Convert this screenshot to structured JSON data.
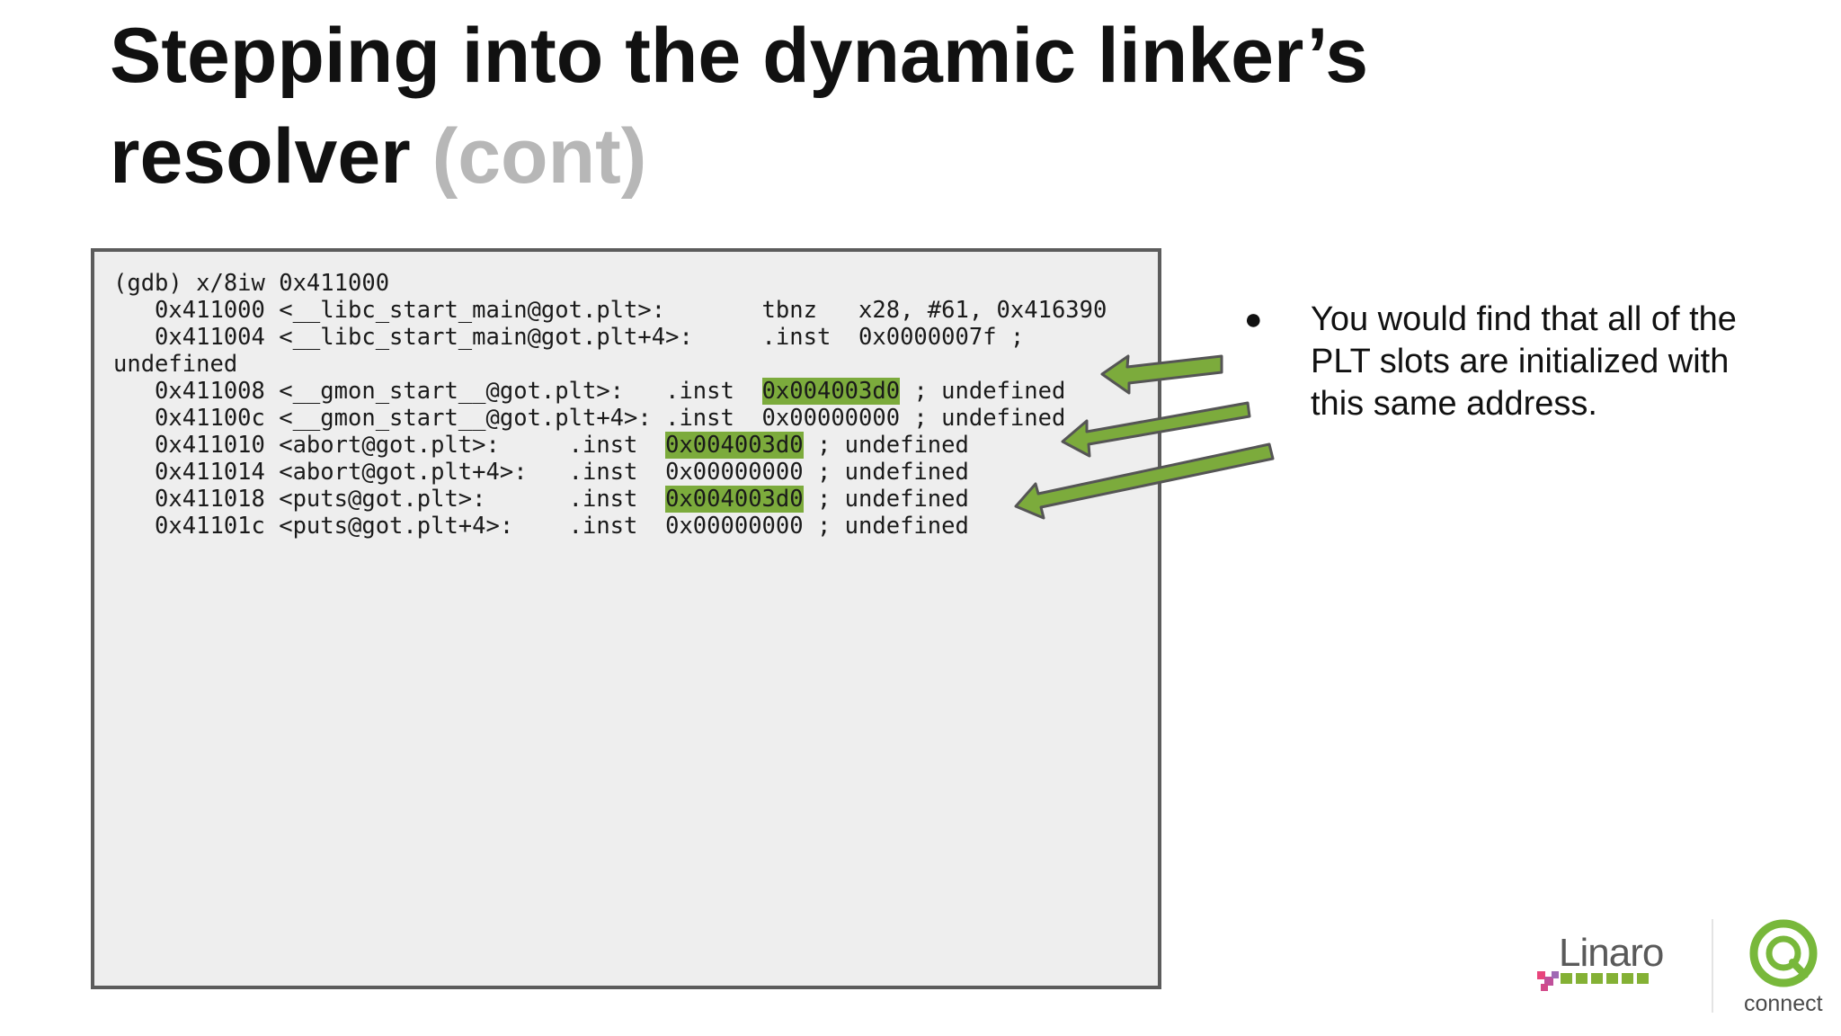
{
  "slide": {
    "title_main": "Stepping into the dynamic linker’s resolver",
    "title_muted": "(cont)"
  },
  "terminal": {
    "lines": [
      {
        "segments": [
          {
            "text": "(gdb) x/8iw 0x411000"
          }
        ]
      },
      {
        "segments": [
          {
            "text": "   0x411000 <__libc_start_main@got.plt>:       tbnz   x28, #61, 0x416390"
          }
        ]
      },
      {
        "segments": [
          {
            "text": "   0x411004 <__libc_start_main@got.plt+4>:     .inst  0x0000007f ;"
          }
        ]
      },
      {
        "segments": [
          {
            "text": "undefined"
          }
        ]
      },
      {
        "segments": [
          {
            "text": "   0x411008 <__gmon_start__@got.plt>:   .inst  "
          },
          {
            "text": "0x004003d0",
            "hl": true
          },
          {
            "text": " ; undefined"
          }
        ]
      },
      {
        "segments": [
          {
            "text": "   0x41100c <__gmon_start__@got.plt+4>: .inst  0x00000000 ; undefined"
          }
        ]
      },
      {
        "segments": [
          {
            "text": "   0x411010 <abort@got.plt>:     .inst  "
          },
          {
            "text": "0x004003d0",
            "hl": true
          },
          {
            "text": " ; undefined"
          }
        ]
      },
      {
        "segments": [
          {
            "text": "   0x411014 <abort@got.plt+4>:   .inst  0x00000000 ; undefined"
          }
        ]
      },
      {
        "segments": [
          {
            "text": "   0x411018 <puts@got.plt>:      .inst  "
          },
          {
            "text": "0x004003d0",
            "hl": true
          },
          {
            "text": " ; undefined"
          }
        ]
      },
      {
        "segments": [
          {
            "text": "   0x41101c <puts@got.plt+4>:    .inst  0x00000000 ; undefined"
          }
        ]
      }
    ]
  },
  "bullets": [
    {
      "text": "You would find that all of the PLT slots are initialized with this same address."
    }
  ],
  "logos": {
    "linaro": "Linaro",
    "connect": "connect"
  },
  "colors": {
    "highlight": "#7cab3c",
    "arrow_fill": "#7cab3c",
    "arrow_stroke": "#555555",
    "title_muted": "#b7b7b7",
    "terminal_bg": "#eeeeee",
    "terminal_border": "#5c5c5c"
  }
}
